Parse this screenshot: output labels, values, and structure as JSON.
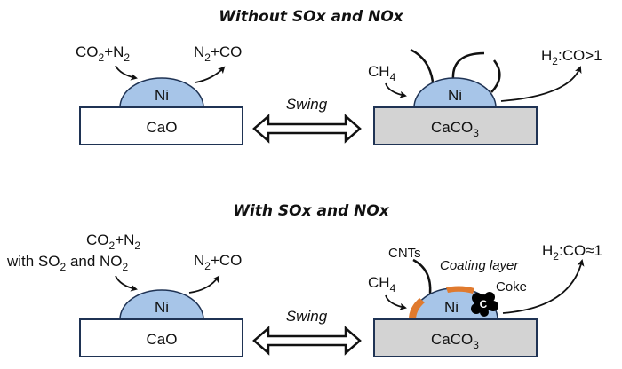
{
  "colors": {
    "ni_fill": "#a7c5e8",
    "outline": "#1f3354",
    "cao_fill": "#ffffff",
    "caco3_fill": "#d3d3d3",
    "coating": "#e07a2e",
    "coke": "#000000",
    "arrow": "#111111"
  },
  "panels": {
    "top": {
      "title": "Without SOx and NOx",
      "left": {
        "support": "CaO",
        "particle": "Ni",
        "input": {
          "main": "CO",
          "sub1": "2",
          "mid": "+N",
          "sub2": "2"
        },
        "output": {
          "a": "N",
          "sub": "2",
          "b": "+CO"
        }
      },
      "swing": "Swing",
      "right": {
        "support": {
          "main": "CaCO",
          "sub": "3"
        },
        "particle": "Ni",
        "input": {
          "main": "CH",
          "sub": "4"
        },
        "output": {
          "a": "H",
          "sub": "2",
          "b": ":CO>1"
        }
      }
    },
    "bottom": {
      "title": "With SOx and NOx",
      "left": {
        "support": "CaO",
        "particle": "Ni",
        "input_line1": {
          "main": "CO",
          "sub1": "2",
          "mid": "+N",
          "sub2": "2"
        },
        "input_line2": {
          "a": "with SO",
          "sub1": "2",
          "b": " and NO",
          "sub2": "2"
        },
        "output": {
          "a": "N",
          "sub": "2",
          "b": "+CO"
        }
      },
      "swing": "Swing",
      "right": {
        "support": {
          "main": "CaCO",
          "sub": "3"
        },
        "particle": "Ni",
        "input": {
          "main": "CH",
          "sub": "4"
        },
        "cnts_label": "CNTs",
        "coating_label": "Coating layer",
        "coke_label": "Coke",
        "coke_symbol": "C",
        "output": {
          "a": "H",
          "sub": "2",
          "b": ":CO≈1"
        }
      }
    }
  }
}
